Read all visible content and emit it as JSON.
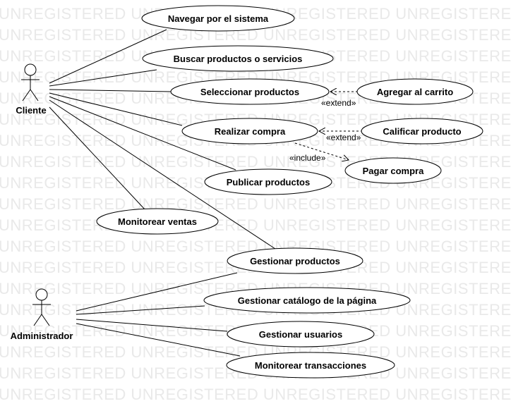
{
  "watermark_text": "UNREGISTERED UNREGISTERED UNREGISTERED UNREGISTERED UNREGISTERED",
  "actors": {
    "cliente": "Cliente",
    "administrador": "Administrador"
  },
  "use_cases": {
    "navegar": "Navegar por el sistema",
    "buscar": "Buscar productos o servicios",
    "seleccionar": "Seleccionar productos",
    "agregar_carrito": "Agregar al carrito",
    "realizar_compra": "Realizar compra",
    "calificar": "Calificar producto",
    "pagar": "Pagar compra",
    "publicar": "Publicar productos",
    "monitorear_ventas": "Monitorear ventas",
    "gestionar_productos": "Gestionar productos",
    "gestionar_catalogo": "Gestionar catálogo de la página",
    "gestionar_usuarios": "Gestionar usuarios",
    "monitorear_transacciones": "Monitorear transacciones"
  },
  "relations": {
    "extend_1": "«extend»",
    "extend_2": "«extend»",
    "include_1": "«include»"
  }
}
